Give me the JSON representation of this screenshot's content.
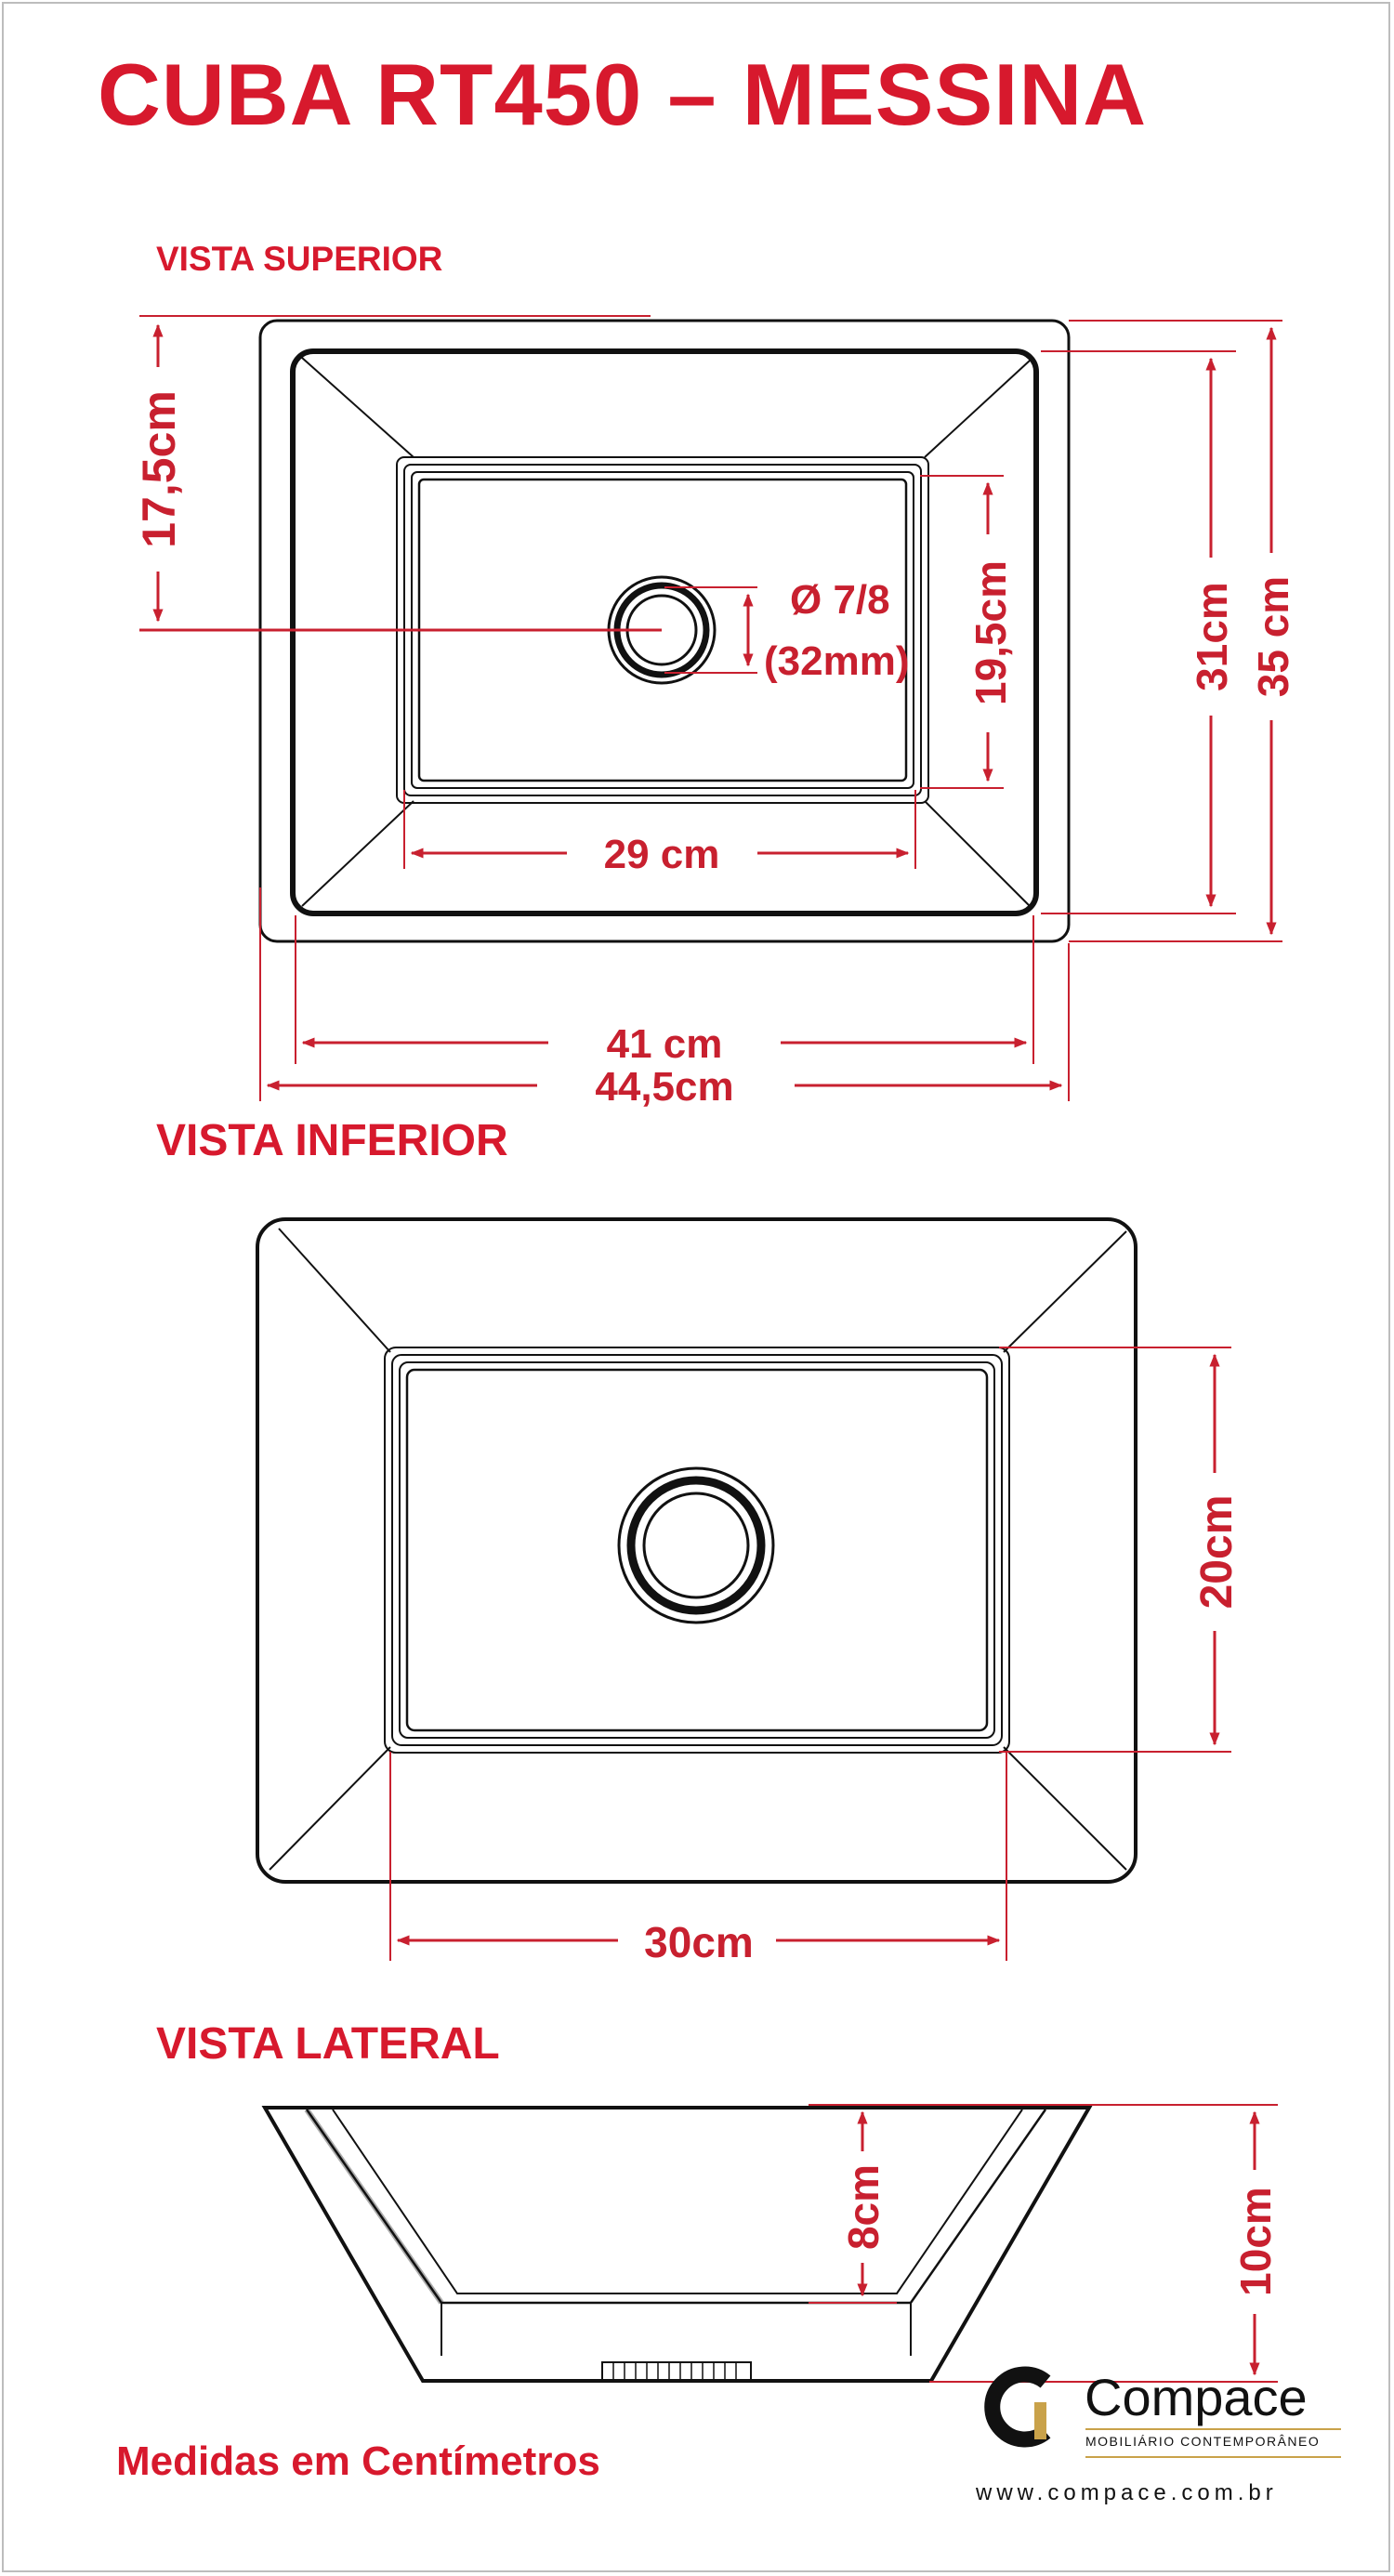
{
  "title": "CUBA RT450 – MESSINA",
  "sections": {
    "top": "VISTA SUPERIOR",
    "bottom": "VISTA INFERIOR",
    "side": "VISTA LATERAL"
  },
  "dimensions": {
    "top_drain_offset": "17,5cm",
    "top_drain_diameter_fraction": "Ø 7/8",
    "top_drain_diameter_mm": "(32mm)",
    "top_basin_depth": "19,5cm",
    "top_inner_depth": "31cm",
    "top_outer_depth": "35 cm",
    "top_basin_width": "29 cm",
    "top_inner_width": "41 cm",
    "top_outer_width": "44,5cm",
    "bottom_base_depth": "20cm",
    "bottom_base_width": "30cm",
    "side_inner_height": "8cm",
    "side_outer_height": "10cm"
  },
  "footer": {
    "note": "Medidas em Centímetros"
  },
  "brand": {
    "name": "Compace",
    "tagline": "MOBILIÁRIO CONTEMPORÂNEO",
    "url": "www.compace.com.br"
  },
  "colors": {
    "accent": "#d7192d",
    "line": "#111111"
  }
}
